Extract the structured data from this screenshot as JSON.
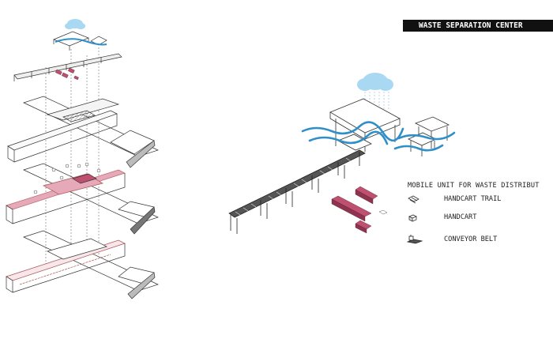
{
  "title": "WASTE SEPARATION CENTER",
  "legend": {
    "heading": "MOBILE UNIT FOR WASTE DISTRIBUT",
    "items": [
      {
        "label": "HANDCART TRAIL",
        "icon": "handcart-trail-icon"
      },
      {
        "label": "HANDCART",
        "icon": "handcart-icon"
      },
      {
        "label": "CONVEYOR BELT",
        "icon": "conveyor-belt-icon"
      }
    ]
  },
  "colors": {
    "accent_blue": "#2e8fc9",
    "cloud_blue": "#a9d8f3",
    "highlight_pink": "#e6a9b9",
    "crate_red": "#c05070",
    "line": "#333333",
    "dark_fill": "#555555"
  }
}
